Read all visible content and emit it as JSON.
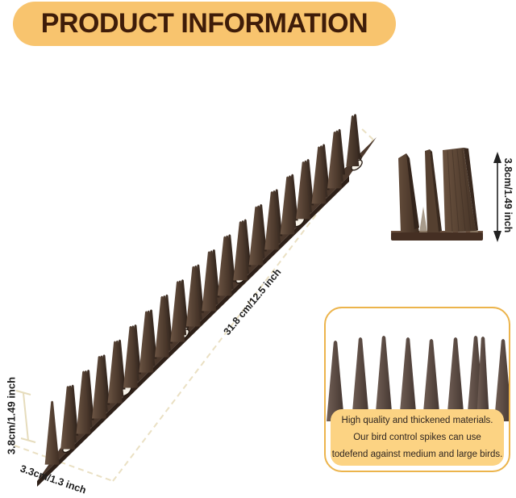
{
  "banner": {
    "label": "PRODUCT INFORMATION",
    "bg": "#f8c46e",
    "text_color": "#3e1c09"
  },
  "dimensions": {
    "length_label": "31.8 cm/12.5 inch",
    "height_left_label": "3.8cm/1.49 inch",
    "height_right_label": "3.8cm/1.49 inch",
    "width_label": "3.3cm/1.3 inch"
  },
  "info_box": {
    "border_color": "#ecb44c",
    "panel_bg": "#fcd383",
    "lines": [
      "High quality and thickened materials.",
      "Our bird control spikes can use",
      "todefend against medium and large birds."
    ]
  },
  "product": {
    "name": "brown plastic bird control spike strip",
    "colors": {
      "base": "#4b382c",
      "base_edge": "#2e2018",
      "hole": "#f8f3e9",
      "dash": "#eae0c3",
      "dim_line": "#e6dcbc",
      "arrow": "#222222"
    }
  }
}
